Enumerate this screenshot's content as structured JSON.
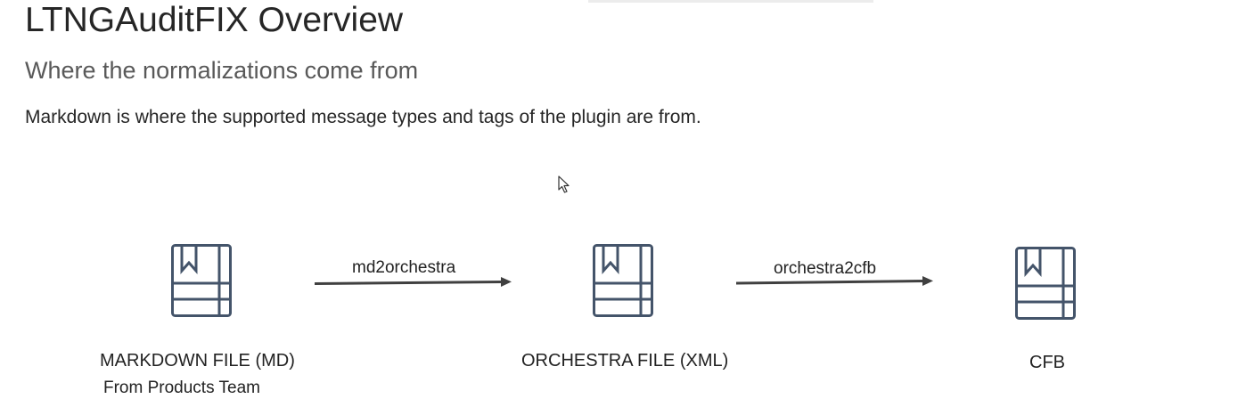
{
  "slide": {
    "title": "LTNGAuditFIX Overview",
    "subtitle": "Where the normalizations come from",
    "description": "Markdown is where the supported message types and tags of the plugin are from."
  },
  "diagram": {
    "icon_color": "#44546a",
    "arrow_color": "#404040",
    "nodes": [
      {
        "icon": "book-icon",
        "label": "MARKDOWN FILE (MD)",
        "sublabel": "From Products Team"
      },
      {
        "icon": "book-icon",
        "label": "ORCHESTRA FILE (XML)"
      },
      {
        "icon": "book-icon",
        "label": "CFB"
      }
    ],
    "edges": [
      {
        "label": "md2orchestra"
      },
      {
        "label": "orchestra2cfb"
      }
    ]
  }
}
